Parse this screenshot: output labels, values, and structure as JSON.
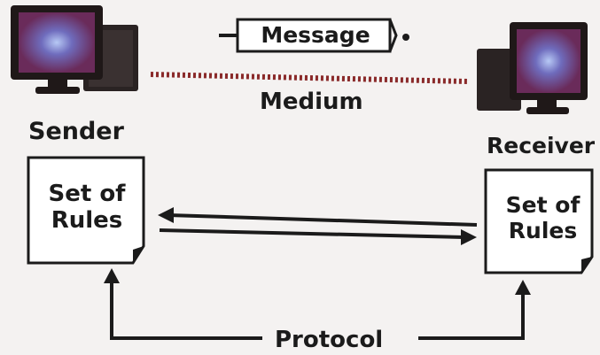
{
  "diagram": {
    "message": "Message",
    "medium": "Medium",
    "sender": "Sender",
    "receiver": "Receiver",
    "rules_line1": "Set of",
    "rules_line2": "Rules",
    "protocol": "Protocol"
  },
  "colors": {
    "background": "#f4f2f1",
    "ink": "#1b1b1b",
    "medium_dots": "#8a2a2a",
    "screen": "#6a2b5a"
  },
  "icons": [
    "computer-icon",
    "document-icon",
    "arrow-icon"
  ]
}
